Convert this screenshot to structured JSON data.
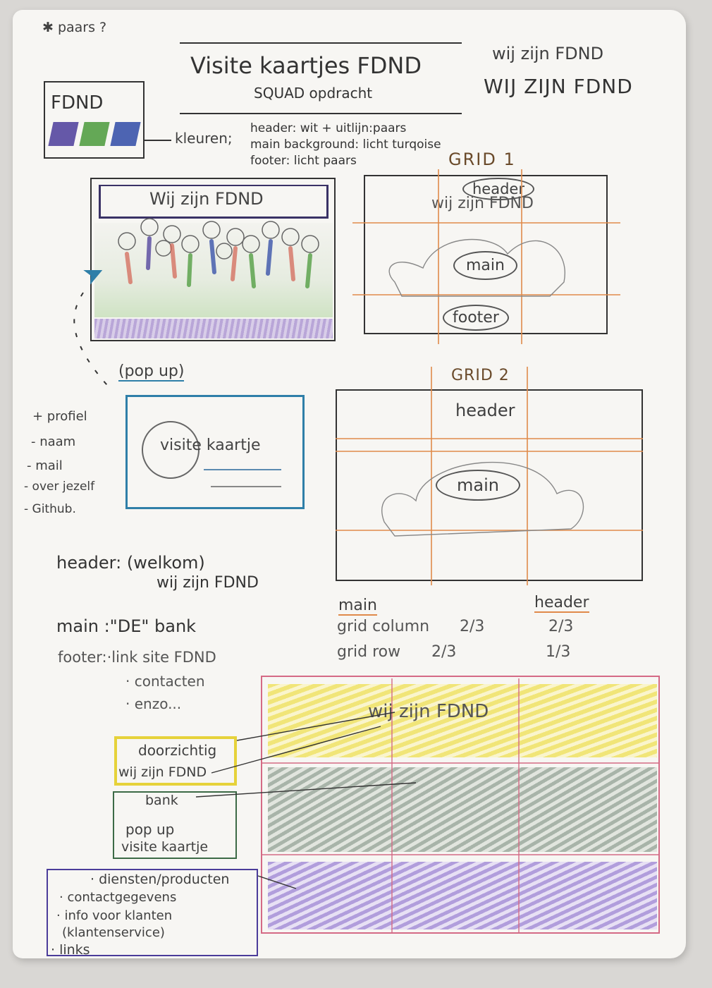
{
  "note_top": "✱ paars ?",
  "title": "Visite kaartjes FDND",
  "subtitle": "SQUAD opdracht",
  "brand_sample_1": "wij zijn FDND",
  "brand_sample_2": "WIJ ZIJN FDND",
  "logo_text": "FDND",
  "colors_label": "kleuren;",
  "colors": [
    "header: wit + uitlijn:paars",
    "main background: licht turqoise",
    "footer: licht paars"
  ],
  "sketch1_heading": "Wij zijn FDND",
  "grid1": {
    "title": "GRID 1",
    "header": "header",
    "header_sub": "wij zijn FDND",
    "main": "main",
    "footer": "footer"
  },
  "popup": {
    "label": "(pop up)",
    "card_text": "visite kaartje",
    "items": [
      "+ profiel",
      "- naam",
      "- mail",
      "- over jezelf",
      "- Github."
    ]
  },
  "grid2": {
    "title": "GRID 2",
    "header": "header",
    "main": "main"
  },
  "notes": {
    "header_label": "header: (welkom)",
    "header_sub": "wij zijn FDND",
    "main_label": "main :\"DE\" bank",
    "footer_label": "footer:·link site FDND",
    "footer_items": [
      "· contacten",
      "· enzo..."
    ]
  },
  "placement_table": {
    "col_main": "main",
    "col_header": "header",
    "rows": [
      {
        "label": "grid column",
        "main": "2/3",
        "header": "2/3"
      },
      {
        "label": "grid row",
        "main": "2/3",
        "header": "1/3"
      }
    ]
  },
  "final_sketch": {
    "heading": "wij zijn FDND",
    "yellow_box": [
      "doorzichtig",
      "wij zijn FDND"
    ],
    "green_box": [
      "bank",
      "pop up",
      "visite kaartje"
    ],
    "purple_box": [
      "· diensten/producten",
      "· contactgegevens",
      "· info voor klanten",
      "(klantenservice)",
      "· links"
    ]
  },
  "colors_hex": {
    "purple": "#4b3c9a",
    "green": "#4a9a3a",
    "blue": "#2f4aa6",
    "orange": "#e08a4a",
    "teal": "#2f7fa8",
    "pink": "#d46a85",
    "yellow": "#e6d23a",
    "grey_green": "#6f8a7a",
    "lavender": "#8a72c8"
  }
}
